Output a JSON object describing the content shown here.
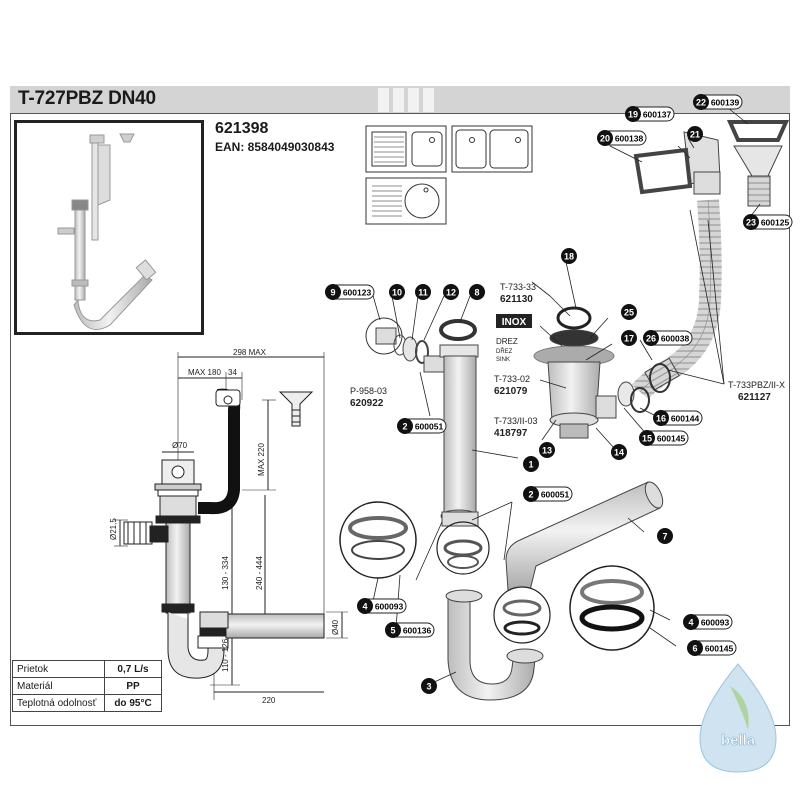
{
  "header": {
    "title": "T-727PBZ DN40",
    "product_code": "621398",
    "ean": "EAN: 8584049030843"
  },
  "dimensions": {
    "max_298": "298 MAX",
    "max_180": "MAX 180",
    "d34": "34",
    "max_220": "MAX 220",
    "d70": "Ø70",
    "d21": "Ø21,5",
    "r130_334": "130 - 334",
    "r240_444": "240 - 444",
    "d40": "Ø40",
    "r110_126": "110 - 126",
    "d220": "220"
  },
  "part_labels": [
    {
      "num": "9",
      "code": "600123"
    },
    {
      "num": "10",
      "code": ""
    },
    {
      "num": "11",
      "code": ""
    },
    {
      "num": "12",
      "code": ""
    },
    {
      "num": "8",
      "code": ""
    },
    {
      "num": "18",
      "code": ""
    },
    {
      "num": "25",
      "code": ""
    },
    {
      "num": "17",
      "code": ""
    },
    {
      "num": "26",
      "code": "600038"
    },
    {
      "num": "19",
      "code": "600137"
    },
    {
      "num": "22",
      "code": "600139"
    },
    {
      "num": "20",
      "code": "600138"
    },
    {
      "num": "21",
      "code": ""
    },
    {
      "num": "23",
      "code": "600125"
    },
    {
      "num": "2",
      "code": "600051"
    },
    {
      "num": "2",
      "code": "600051"
    },
    {
      "num": "1",
      "code": ""
    },
    {
      "num": "13",
      "code": ""
    },
    {
      "num": "14",
      "code": ""
    },
    {
      "num": "16",
      "code": "600144"
    },
    {
      "num": "15",
      "code": "600145"
    },
    {
      "num": "7",
      "code": ""
    },
    {
      "num": "4",
      "code": "600093"
    },
    {
      "num": "5",
      "code": "600136"
    },
    {
      "num": "4",
      "code": "600093"
    },
    {
      "num": "6",
      "code": "600145"
    },
    {
      "num": "3",
      "code": ""
    }
  ],
  "texts": {
    "t733_33": "T-733-33",
    "c621130": "621130",
    "inox": "INOX",
    "drez": "DREZ",
    "drez2": "DŘEZ",
    "sink": "SINK",
    "t733_02": "T-733-02",
    "c621079": "621079",
    "t733_ii_03": "T-733/II-03",
    "c418797": "418797",
    "p958": "P-958-03",
    "c620922": "620922",
    "t733pbz": "T-733PBZ/II-X",
    "c621127": "621127"
  },
  "specs": [
    {
      "label": "Prietok",
      "value": "0,7 L/s"
    },
    {
      "label": "Materiál",
      "value": "PP"
    },
    {
      "label": "Teplotná odolnosť",
      "value": "do 95°C"
    }
  ],
  "brand": {
    "name": "bella",
    "color": "#7fb3d6"
  },
  "colors": {
    "line": "#333333",
    "pipe_fill": "#d9d9d9",
    "pipe_dark": "#222222",
    "title_bg": "#d4d4d4"
  }
}
